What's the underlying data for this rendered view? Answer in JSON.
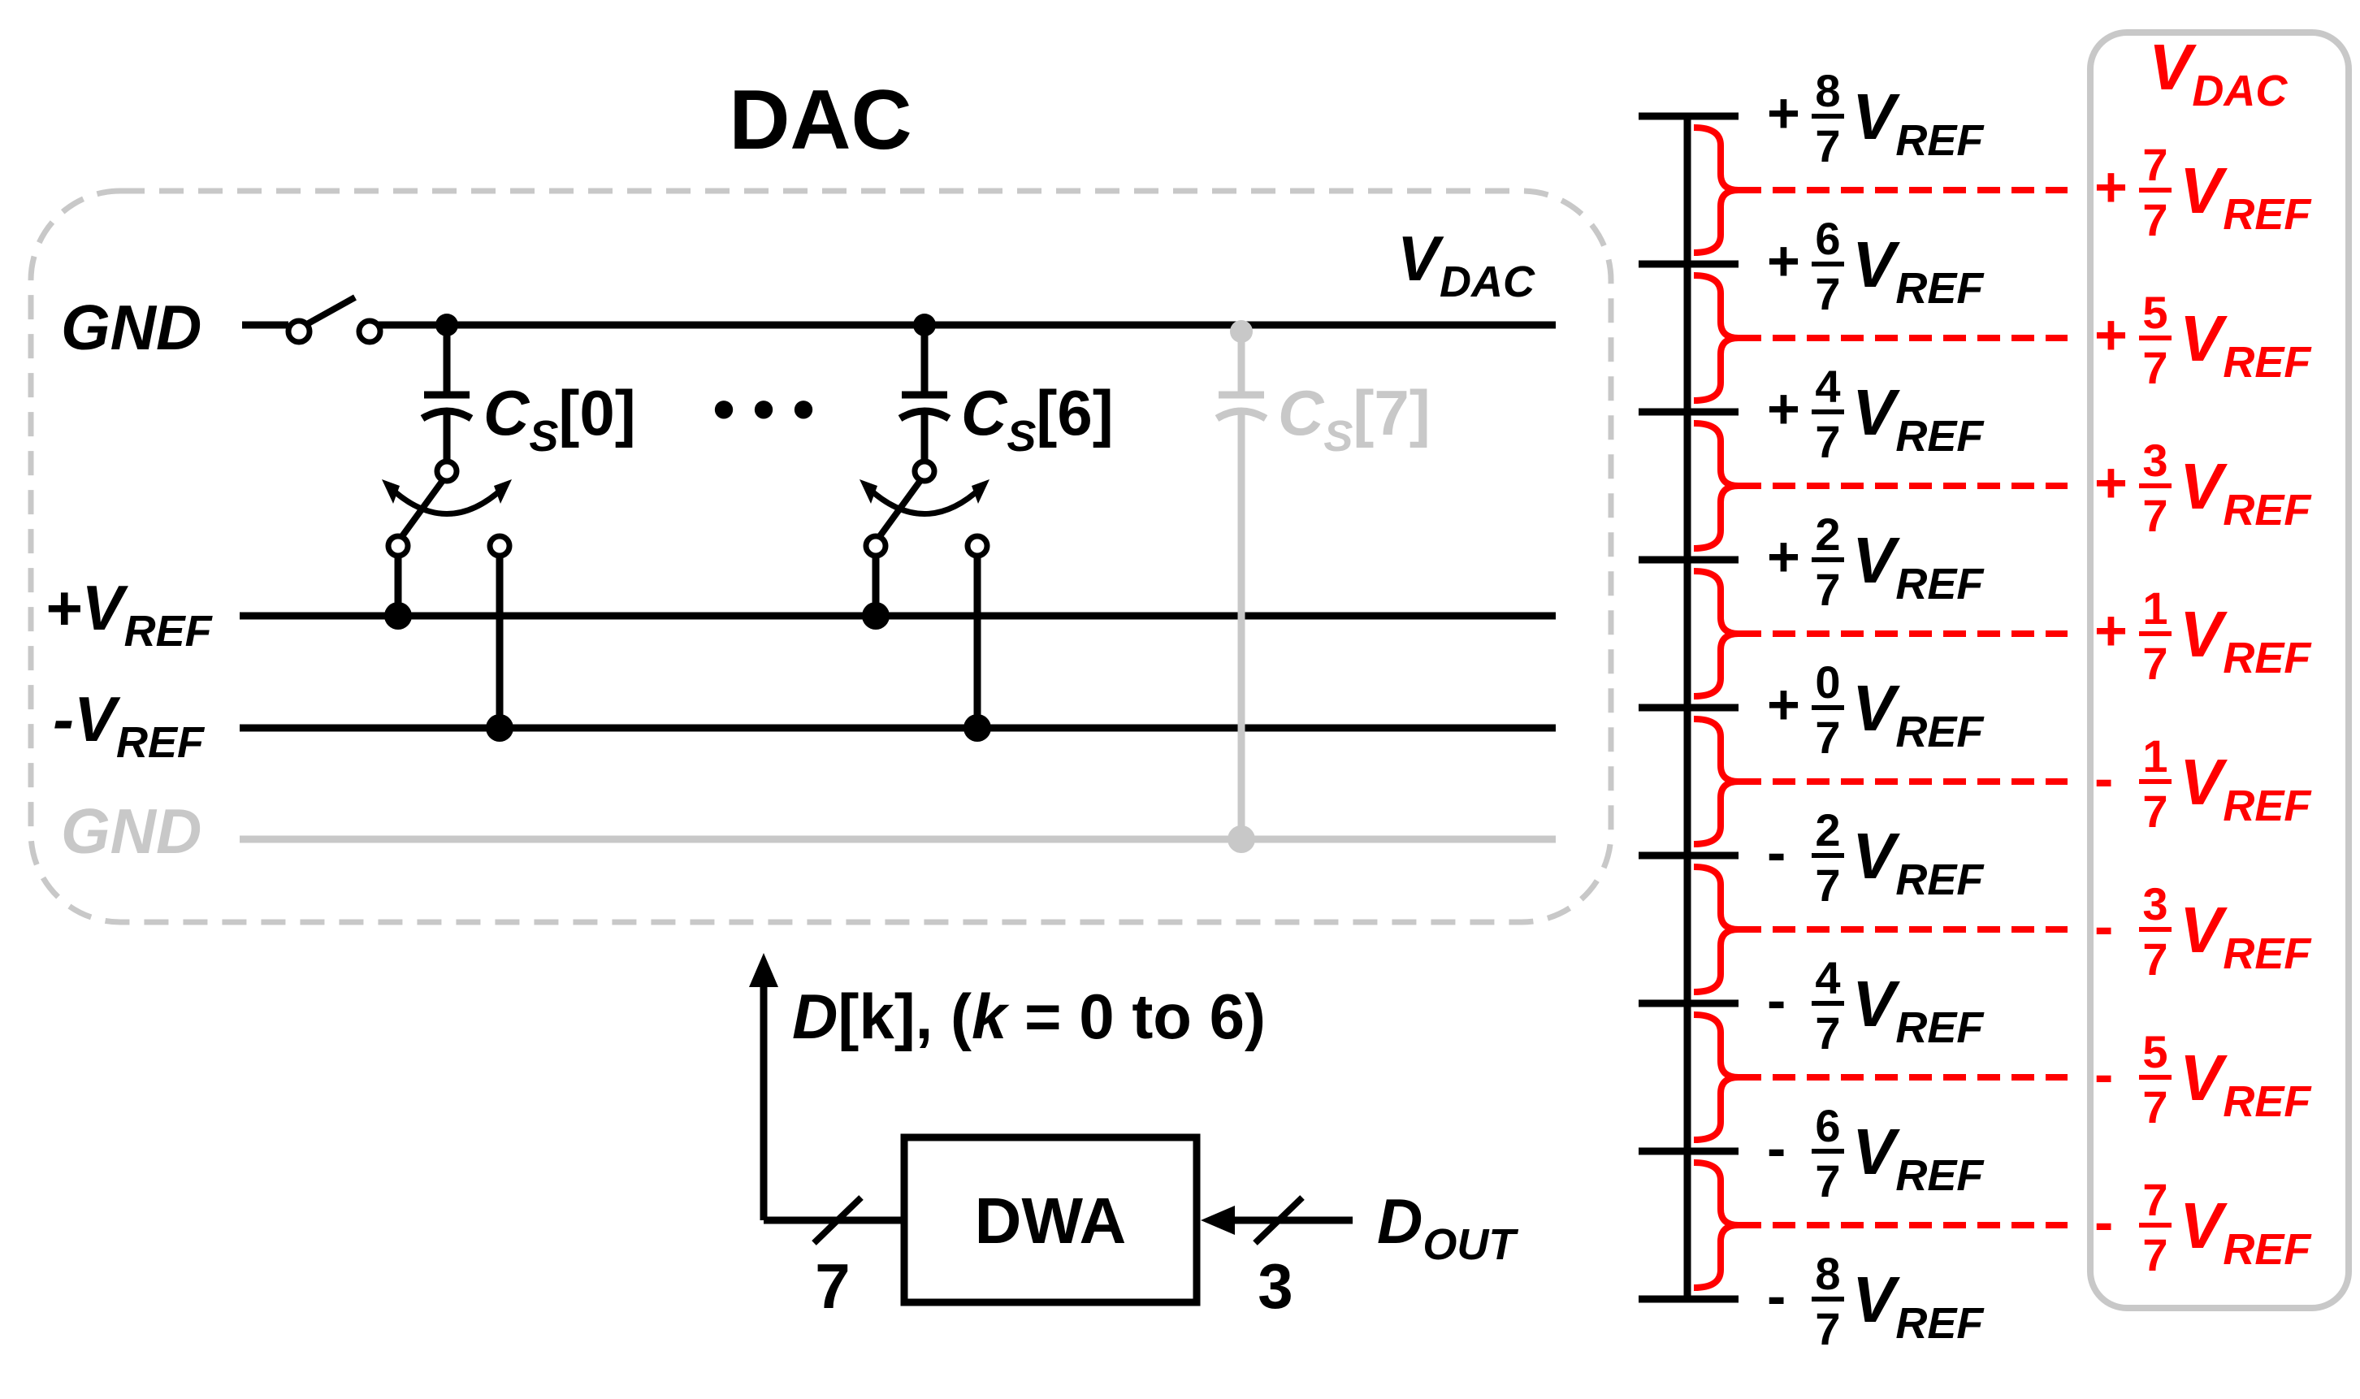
{
  "dac": {
    "title": "DAC",
    "vdac": {
      "main": "V",
      "sub": "DAC"
    },
    "gnd_top": "GND",
    "gnd_bottom": "GND",
    "vref_pos": {
      "main": "+V",
      "sub": "REF"
    },
    "vref_neg": {
      "main": "-V",
      "sub": "REF"
    },
    "caps": [
      {
        "main": "C",
        "sub": "S",
        "index": "[0]"
      },
      {
        "main": "C",
        "sub": "S",
        "index": "[6]"
      },
      {
        "main": "C",
        "sub": "S",
        "index": "[7]"
      }
    ],
    "ellipsis": "• • •"
  },
  "dwa": {
    "label": "DWA",
    "out_bits": "7",
    "in_bits": "3",
    "input": {
      "main": "D",
      "sub": "OUT"
    },
    "d_label": {
      "d": "D",
      "k1": "[k], (",
      "k": "k",
      "rest": " = 0 to 6)"
    }
  },
  "levels": [
    {
      "sign": "+",
      "num": "8",
      "den": "7",
      "v": "V",
      "sub": "REF"
    },
    {
      "sign": "+",
      "num": "6",
      "den": "7",
      "v": "V",
      "sub": "REF"
    },
    {
      "sign": "+",
      "num": "4",
      "den": "7",
      "v": "V",
      "sub": "REF"
    },
    {
      "sign": "+",
      "num": "2",
      "den": "7",
      "v": "V",
      "sub": "REF"
    },
    {
      "sign": "+",
      "num": "0",
      "den": "7",
      "v": "V",
      "sub": "REF"
    },
    {
      "sign": "-",
      "num": "2",
      "den": "7",
      "v": "V",
      "sub": "REF"
    },
    {
      "sign": "-",
      "num": "4",
      "den": "7",
      "v": "V",
      "sub": "REF"
    },
    {
      "sign": "-",
      "num": "6",
      "den": "7",
      "v": "V",
      "sub": "REF"
    },
    {
      "sign": "-",
      "num": "8",
      "den": "7",
      "v": "V",
      "sub": "REF"
    }
  ],
  "vdac_header": {
    "main": "V",
    "sub": "DAC"
  },
  "vdac_values": [
    {
      "sign": "+",
      "num": "7",
      "den": "7",
      "v": "V",
      "sub": "REF"
    },
    {
      "sign": "+",
      "num": "5",
      "den": "7",
      "v": "V",
      "sub": "REF"
    },
    {
      "sign": "+",
      "num": "3",
      "den": "7",
      "v": "V",
      "sub": "REF"
    },
    {
      "sign": "+",
      "num": "1",
      "den": "7",
      "v": "V",
      "sub": "REF"
    },
    {
      "sign": "-",
      "num": "1",
      "den": "7",
      "v": "V",
      "sub": "REF"
    },
    {
      "sign": "-",
      "num": "3",
      "den": "7",
      "v": "V",
      "sub": "REF"
    },
    {
      "sign": "-",
      "num": "5",
      "den": "7",
      "v": "V",
      "sub": "REF"
    },
    {
      "sign": "-",
      "num": "7",
      "den": "7",
      "v": "V",
      "sub": "REF"
    }
  ],
  "colors": {
    "ink": "#000000",
    "accent": "#ff0000",
    "muted": "#c8c8c8"
  }
}
